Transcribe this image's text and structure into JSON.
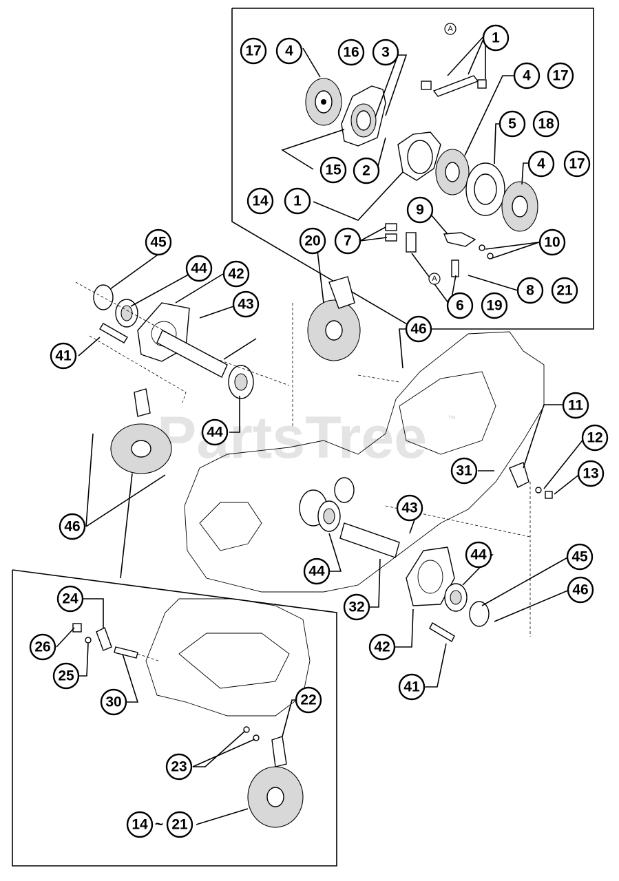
{
  "watermark": {
    "text": "PartsTree",
    "mark": "™"
  },
  "reference_marks": [
    "A",
    "A"
  ],
  "callouts": [
    "1",
    "1",
    "2",
    "3",
    "4",
    "4",
    "4",
    "5",
    "6",
    "7",
    "8",
    "9",
    "10",
    "11",
    "12",
    "13",
    "14",
    "15",
    "16",
    "17",
    "17",
    "17",
    "18",
    "19",
    "20",
    "21",
    "22",
    "23",
    "24",
    "25",
    "26",
    "30",
    "31",
    "32",
    "41",
    "41",
    "42",
    "42",
    "43",
    "43",
    "44",
    "44",
    "44",
    "44",
    "45",
    "45",
    "46",
    "46",
    "46",
    "14~21"
  ]
}
